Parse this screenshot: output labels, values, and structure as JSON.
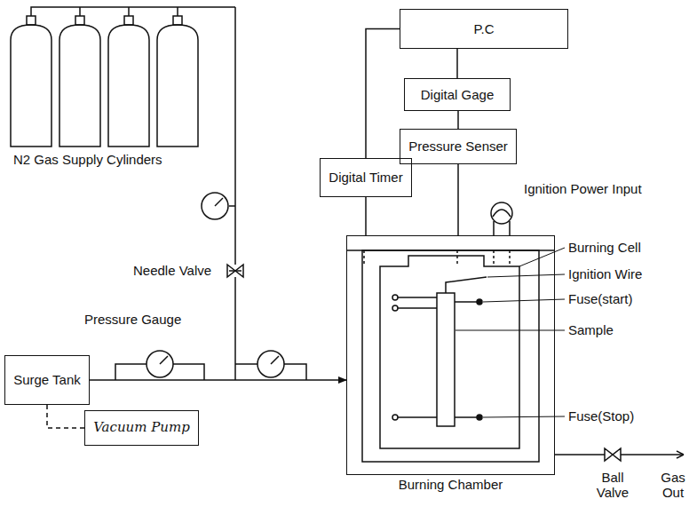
{
  "diagram": {
    "nodes": [
      {
        "text": [
          "P.C"
        ]
      },
      {
        "text": [
          "Digital Gage"
        ]
      },
      {
        "text": [
          "Pressure Senser"
        ]
      },
      {
        "text": [
          "Digital Timer"
        ]
      },
      {
        "text": [
          "Surge Tank"
        ]
      },
      {
        "text": [
          "Vacuum Pump"
        ]
      },
      {
        "text": [
          "Burning Chamber"
        ]
      }
    ],
    "edges": [
      {
        "from": 0,
        "to": 1,
        "arrow": "none"
      },
      {
        "from": 1,
        "to": 2,
        "arrow": "none"
      },
      {
        "from": 3,
        "to": 0,
        "arrow": "none"
      },
      {
        "from": 2,
        "to": 6,
        "arrow": "none"
      },
      {
        "from": 3,
        "to": 6,
        "arrow": "none"
      },
      {
        "from": 4,
        "to": 5,
        "arrow": "none"
      },
      {
        "from": 4,
        "to": 6,
        "arrow": "to"
      }
    ],
    "labels": [
      "N2 Gas Supply Cylinders",
      "Needle Valve",
      "Pressure Gauge",
      "Ignition Power Input",
      "Burning Cell",
      "Ignition Wire",
      "Fuse(start)",
      "Sample",
      "Fuse(Stop)",
      "Ball Valve",
      "Gas Out"
    ]
  }
}
